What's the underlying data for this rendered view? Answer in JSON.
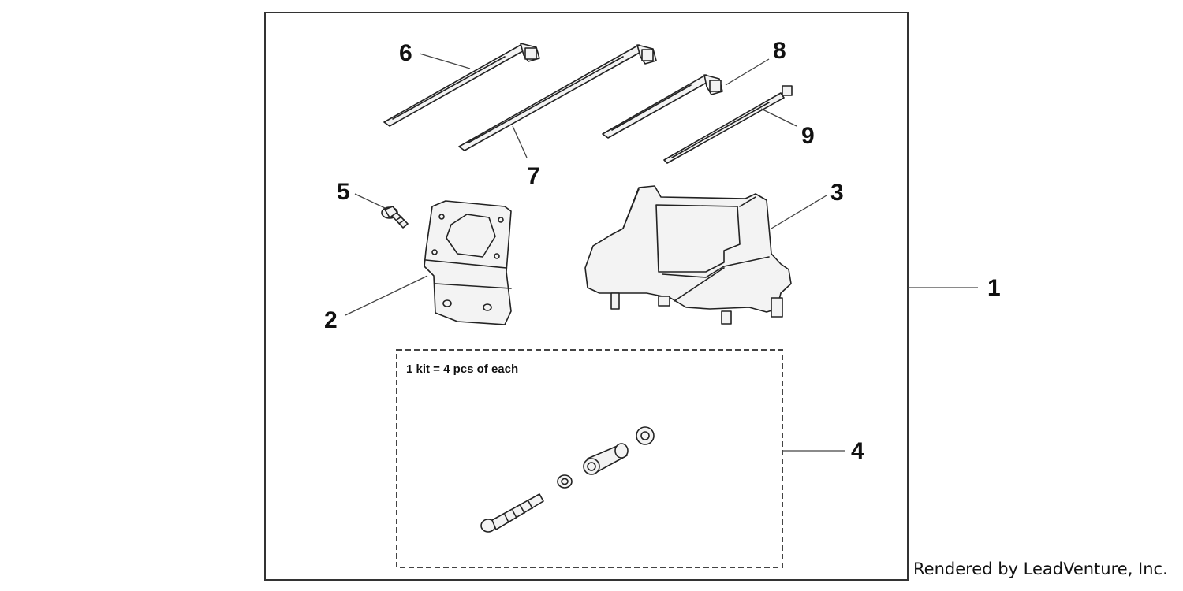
{
  "callouts": {
    "c1": "1",
    "c2": "2",
    "c3": "3",
    "c4": "4",
    "c5": "5",
    "c6": "6",
    "c7": "7",
    "c8": "8",
    "c9": "9"
  },
  "kit_note": "1 kit = 4 pcs of each",
  "credit": "Rendered by LeadVenture, Inc."
}
